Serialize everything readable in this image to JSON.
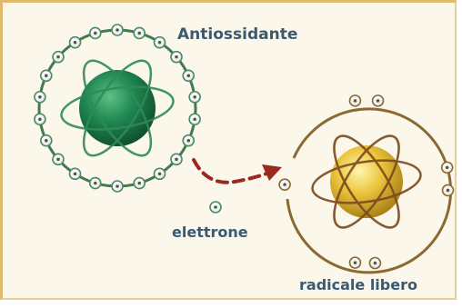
{
  "labels": {
    "antioxidant": "Antiossidante",
    "electron": "elettrone",
    "free_radical": "radicale libero"
  },
  "colors": {
    "background": "#fbf7ea",
    "border": "#e0b96a",
    "antioxidant_ring": "#3f7a50",
    "antioxidant_nucleus": "#1f7a4a",
    "radical_ring": "#8a6a32",
    "radical_nucleus": "#e8c040",
    "arrow": "#9a2a1f",
    "label": "#3a5a72"
  },
  "icons": {
    "antioxidant_atom": "atom-icon",
    "radical_atom": "atom-icon",
    "electron": "electron-icon",
    "transfer_arrow": "dashed-arrow-icon"
  }
}
